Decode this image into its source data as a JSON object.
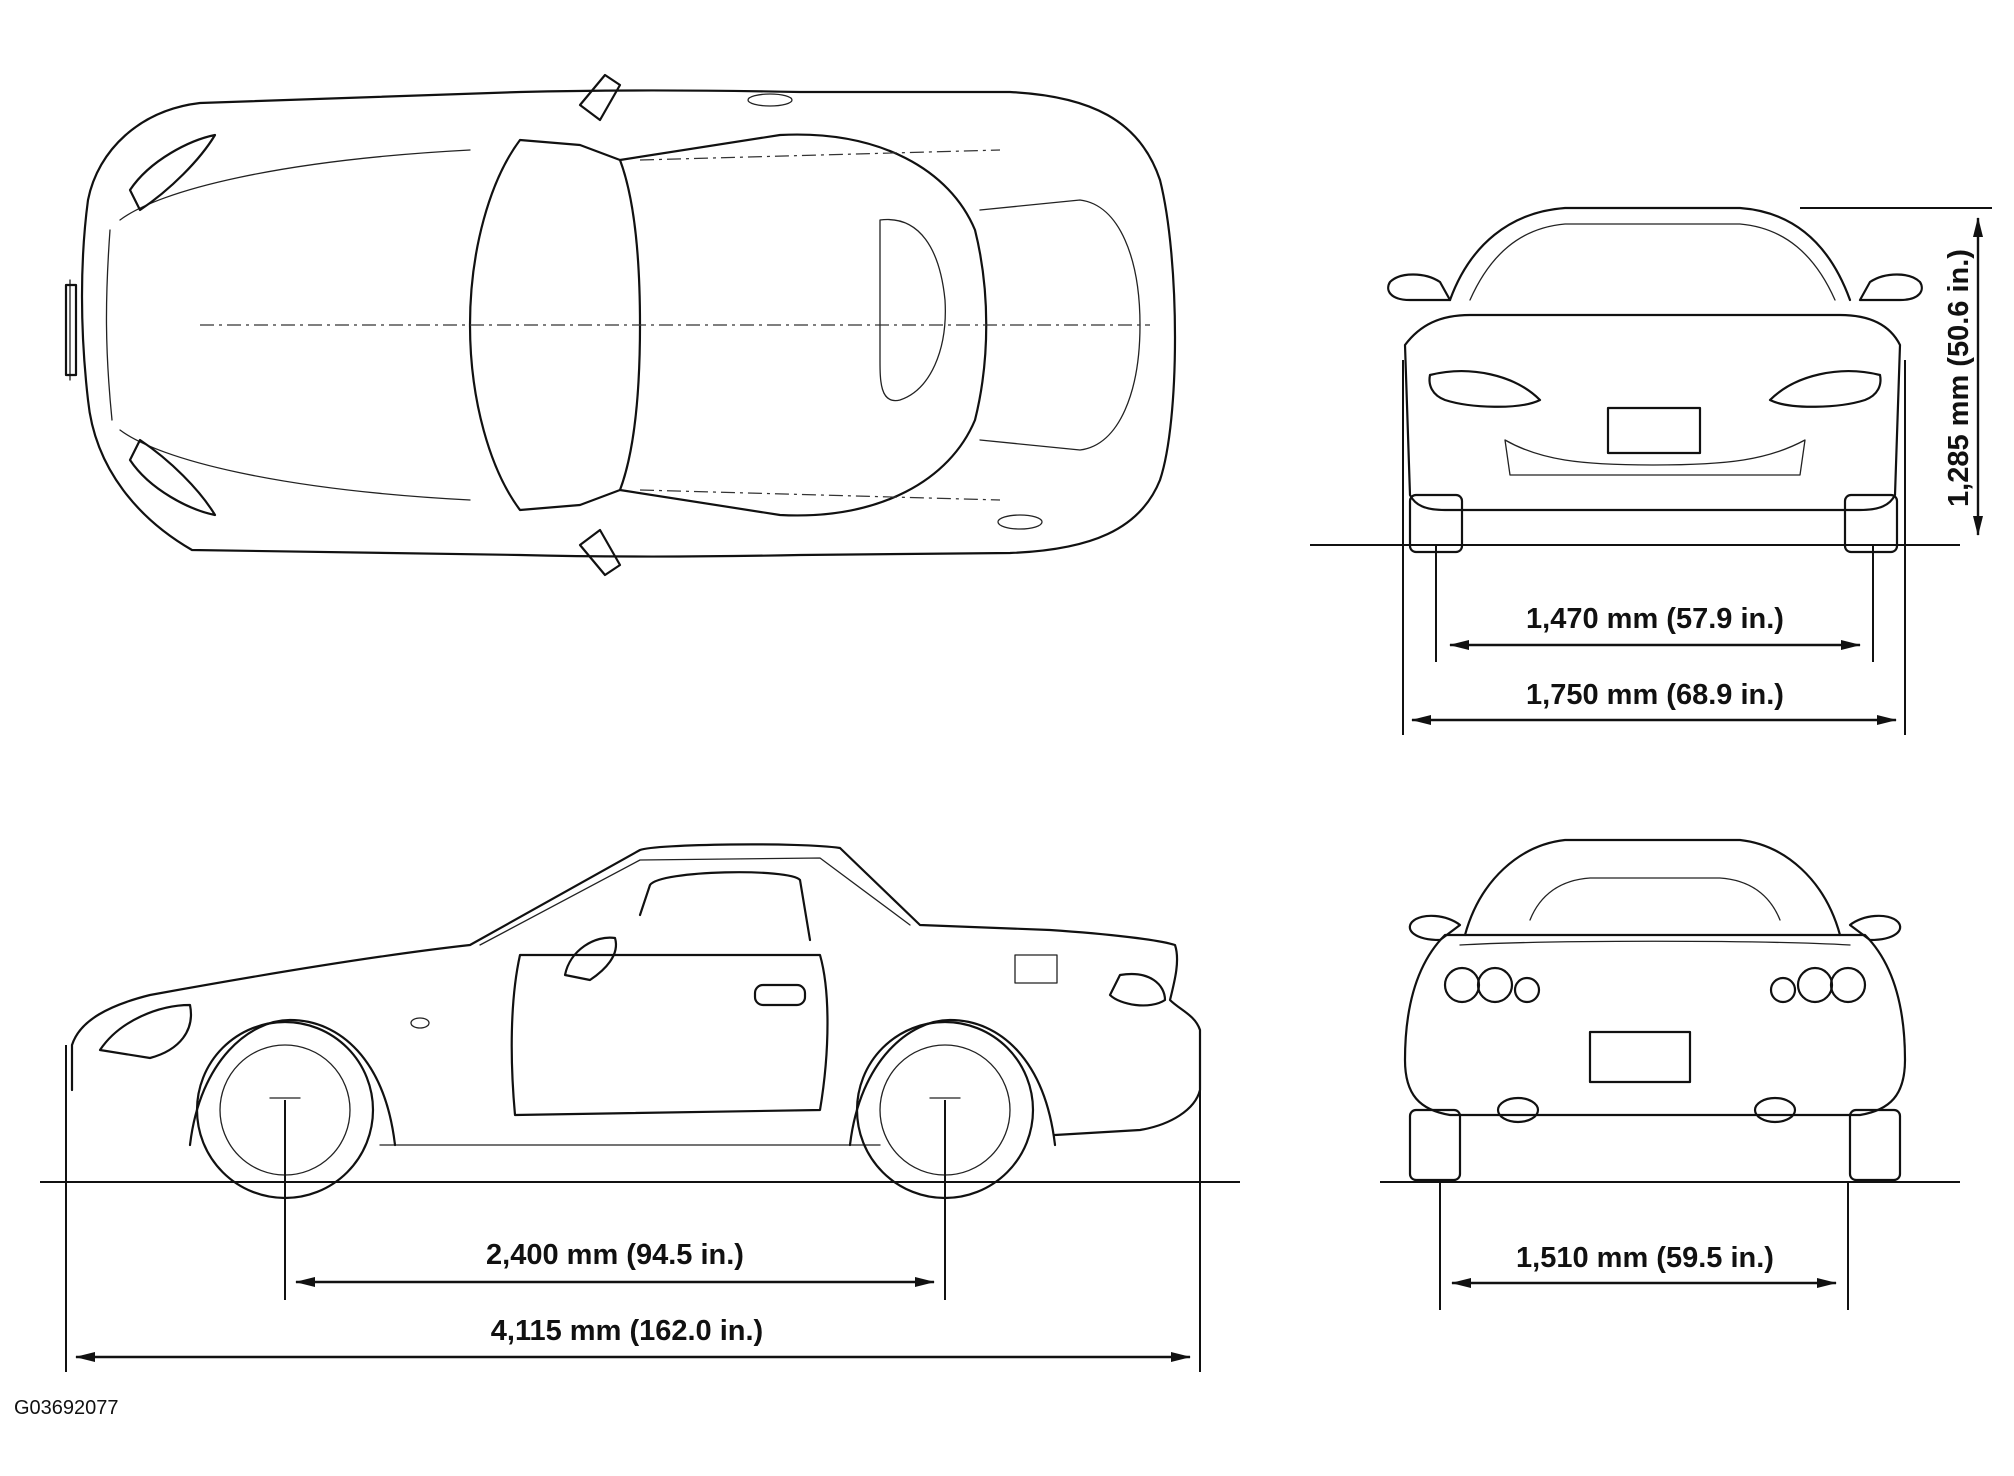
{
  "dimensions": {
    "height": "1,285 mm (50.6 in.)",
    "front_track": "1,470 mm (57.9 in.)",
    "overall_width": "1,750 mm (68.9 in.)",
    "wheelbase": "2,400 mm (94.5 in.)",
    "overall_length": "4,115 mm (162.0 in.)",
    "rear_track": "1,510 mm (59.5 in.)"
  },
  "figure_code": "G03692077"
}
